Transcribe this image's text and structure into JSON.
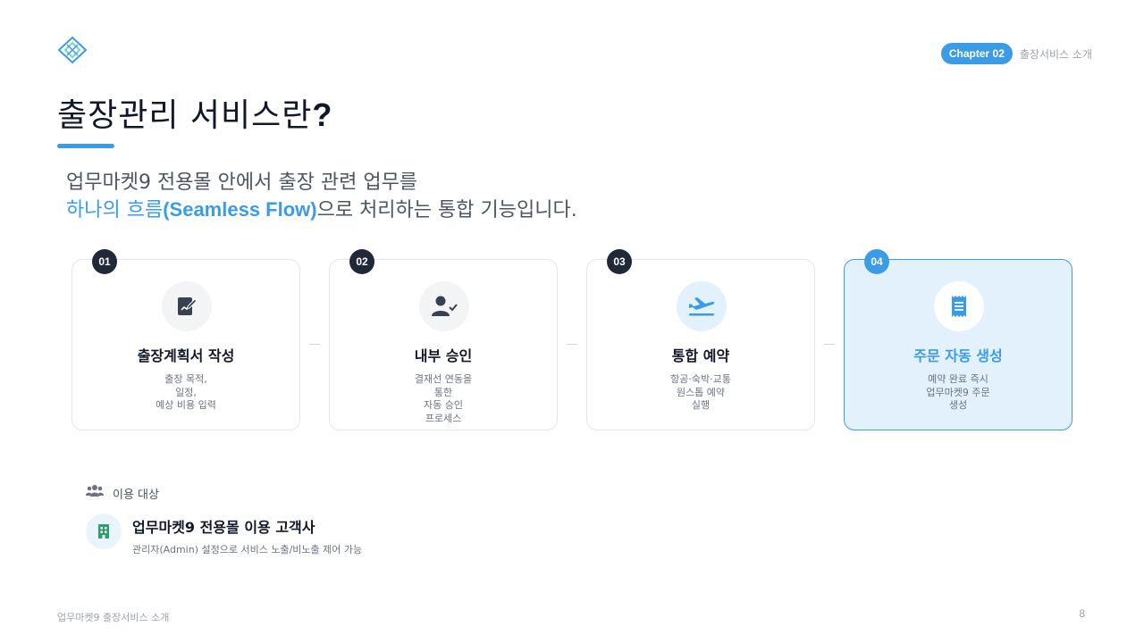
{
  "brand": {
    "logo_icon": "diamond-logo-icon",
    "accent": "#3b9ce6"
  },
  "header": {
    "chapter_badge": "Chapter 02",
    "chapter_label": "출장서비스 소개"
  },
  "title": {
    "text": "출장관리 서비스란",
    "suffix": "?"
  },
  "intro": {
    "line1": "업무마켓9 전용몰 안에서 출장 관련 업무를",
    "line2_highlight_ko": "하나의 흐름",
    "line2_highlight_en": "(Seamless Flow)",
    "line2_rest": "으로 처리하는 통합 기능입니다."
  },
  "steps": [
    {
      "num": "01",
      "title": "출장계획서 작성",
      "desc": "출장 목적,\n일정,\n예상 비용 입력",
      "icon": "document-edit-icon"
    },
    {
      "num": "02",
      "title": "내부 승인",
      "desc": "결재선 연동을\n통한\n자동 승인\n프로세스",
      "icon": "user-check-icon"
    },
    {
      "num": "03",
      "title": "통합 예약",
      "desc": "항공·숙박·교통\n원스톱 예약\n실행",
      "icon": "airplane-icon"
    },
    {
      "num": "04",
      "title": "주문 자동 생성",
      "desc": "예약 완료 즉시\n업무마켓9 주문\n생성",
      "icon": "receipt-icon",
      "active": true
    }
  ],
  "target": {
    "label": "이용 대상",
    "name": "업무마켓9 전용몰 이용 고객사",
    "sub": "관리자(Admin) 설정으로 서비스 노출/비노출 제어 가능"
  },
  "footer": {
    "left": "업무마켓9 출장서비스 소개",
    "page": "8"
  }
}
